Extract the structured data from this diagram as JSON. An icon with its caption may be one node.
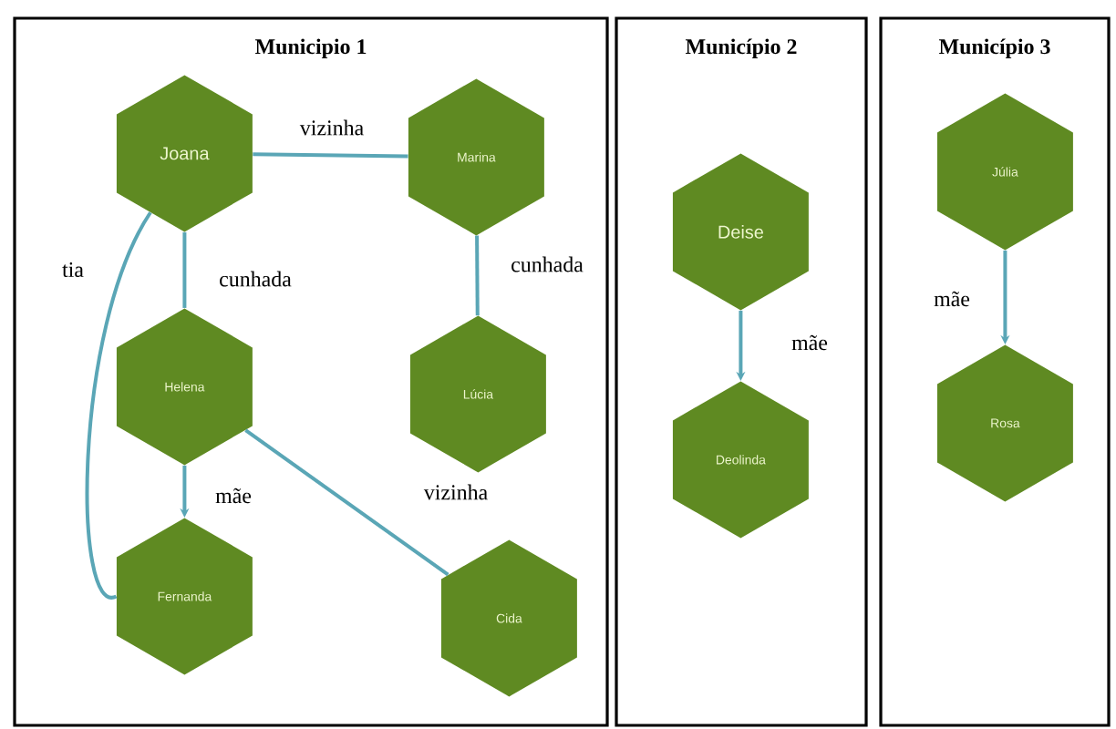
{
  "diagram": {
    "nodes": [
      {
        "text": [
          "Municipio 1"
        ]
      },
      {
        "text": [
          "Joana"
        ],
        "in": 0
      },
      {
        "text": [
          "Marina"
        ],
        "in": 0
      },
      {
        "text": [
          "Helena"
        ],
        "in": 0
      },
      {
        "text": [
          "Lúcia"
        ],
        "in": 0
      },
      {
        "text": [
          "Fernanda"
        ],
        "in": 0
      },
      {
        "text": [
          "Cida"
        ],
        "in": 0
      },
      {
        "text": [
          "Município 2"
        ]
      },
      {
        "text": [
          "Deise"
        ],
        "in": 7
      },
      {
        "text": [
          "Deolinda"
        ],
        "in": 7
      },
      {
        "text": [
          "Município 3"
        ]
      },
      {
        "text": [
          "Júlia"
        ],
        "in": 10
      },
      {
        "text": [
          "Rosa"
        ],
        "in": 10
      }
    ],
    "edges": [
      {
        "from": 1,
        "to": 2,
        "arrow": "none",
        "label": "vizinha"
      },
      {
        "from": 1,
        "to": 3,
        "arrow": "none",
        "label": "cunhada"
      },
      {
        "from": 2,
        "to": 4,
        "arrow": "none",
        "label": "cunhada"
      },
      {
        "from": 1,
        "to": 5,
        "arrow": "none",
        "label": "tia"
      },
      {
        "from": 3,
        "to": 5,
        "arrow": "to",
        "label": "mãe"
      },
      {
        "from": 3,
        "to": 6,
        "arrow": "none",
        "label": "vizinha"
      },
      {
        "from": 8,
        "to": 9,
        "arrow": "to",
        "label": "mãe"
      },
      {
        "from": 11,
        "to": 12,
        "arrow": "to",
        "label": "mãe"
      }
    ]
  }
}
